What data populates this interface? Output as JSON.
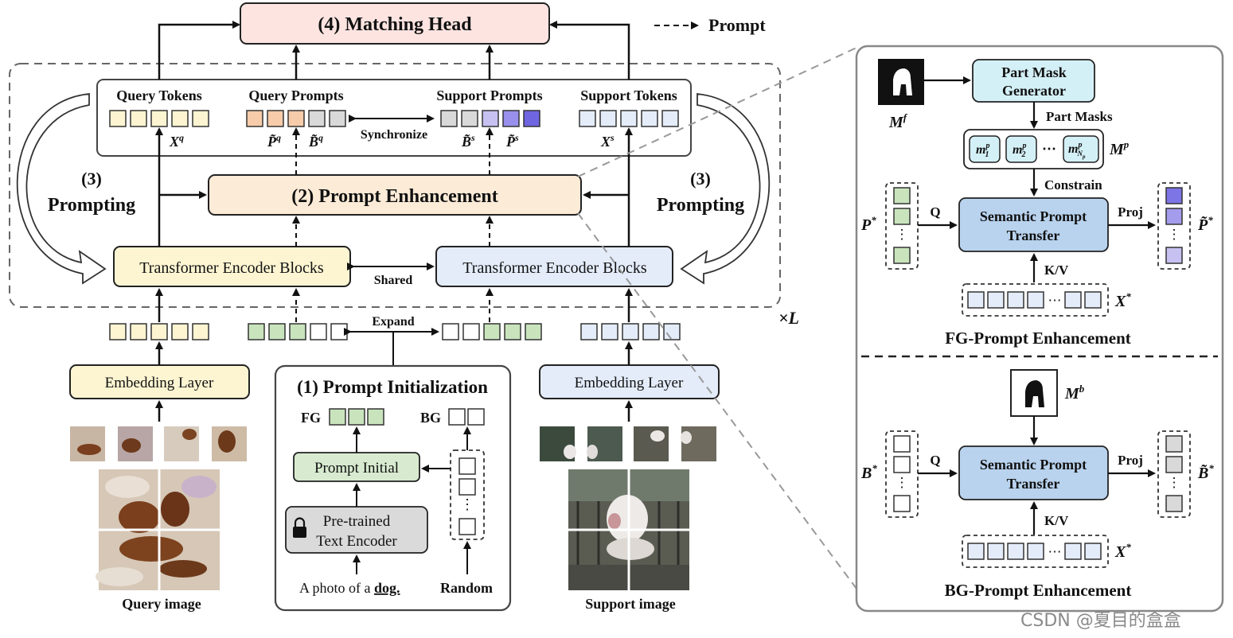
{
  "legend": {
    "prompt": "Prompt"
  },
  "matching_head": "(4) Matching Head",
  "prompt_enhancement": "(2) Prompt Enhancement",
  "prompting_left": [
    "(3)",
    "Prompting"
  ],
  "prompting_right": [
    "(3)",
    "Prompting"
  ],
  "encoder": {
    "left": "Transformer Encoder Blocks",
    "right": "Transformer Encoder Blocks",
    "shared": "Shared"
  },
  "times_l": "×L",
  "tokens": {
    "query_tokens": "Query Tokens",
    "query_prompts": "Query Prompts",
    "support_prompts": "Support Prompts",
    "support_tokens": "Support Tokens",
    "synchronize": "Synchronize",
    "xq": "X^q",
    "pq": "P̃^q",
    "bq": "B̃^q",
    "bs": "B̃^s",
    "ps": "P̃^s",
    "xs": "X^s"
  },
  "expand": "Expand",
  "embedding": {
    "left": "Embedding Layer",
    "right": "Embedding Layer"
  },
  "init": {
    "title": "(1) Prompt Initialization",
    "fg": "FG",
    "bg": "BG",
    "prompt_initial": "Prompt Initial",
    "encoder_line1": "Pre-trained",
    "encoder_line2": "Text Encoder",
    "caption_prefix": "A photo of a ",
    "caption_word": "dog.",
    "random": "Random"
  },
  "captions": {
    "query": "Query image",
    "support": "Support image"
  },
  "fg_panel": {
    "mf": "M^f",
    "generator_line1": "Part Mask",
    "generator_line2": "Generator",
    "part_masks": "Part Masks",
    "m1": "m",
    "mp": "M^p",
    "constrain": "Constrain",
    "q": "Q",
    "proj": "Proj",
    "kv": "K/V",
    "spt_line1": "Semantic Prompt",
    "spt_line2": "Transfer",
    "p_star": "P*",
    "p_tilde_star": "P̃*",
    "x_star": "X*",
    "title": "FG-Prompt Enhancement"
  },
  "bg_panel": {
    "mb": "M^b",
    "q": "Q",
    "proj": "Proj",
    "kv": "K/V",
    "spt_line1": "Semantic Prompt",
    "spt_line2": "Transfer",
    "b_star": "B*",
    "b_tilde_star": "B̃*",
    "x_star": "X*",
    "title": "BG-Prompt Enhancement"
  },
  "watermark": "CSDN @夏目的盒盒",
  "colors": {
    "yellow": "#fdf5d2",
    "orange": "#f7ccaa",
    "gray": "#d9d9d9",
    "purple_light": "#c7c1f2",
    "purple": "#7d74e6",
    "blue_light": "#e4ecfa",
    "green": "#d8ebd0",
    "pink": "#fde4e1",
    "peach": "#fcebd7",
    "cyan": "#d4f0f7",
    "spt_blue": "#b9d3ee"
  }
}
